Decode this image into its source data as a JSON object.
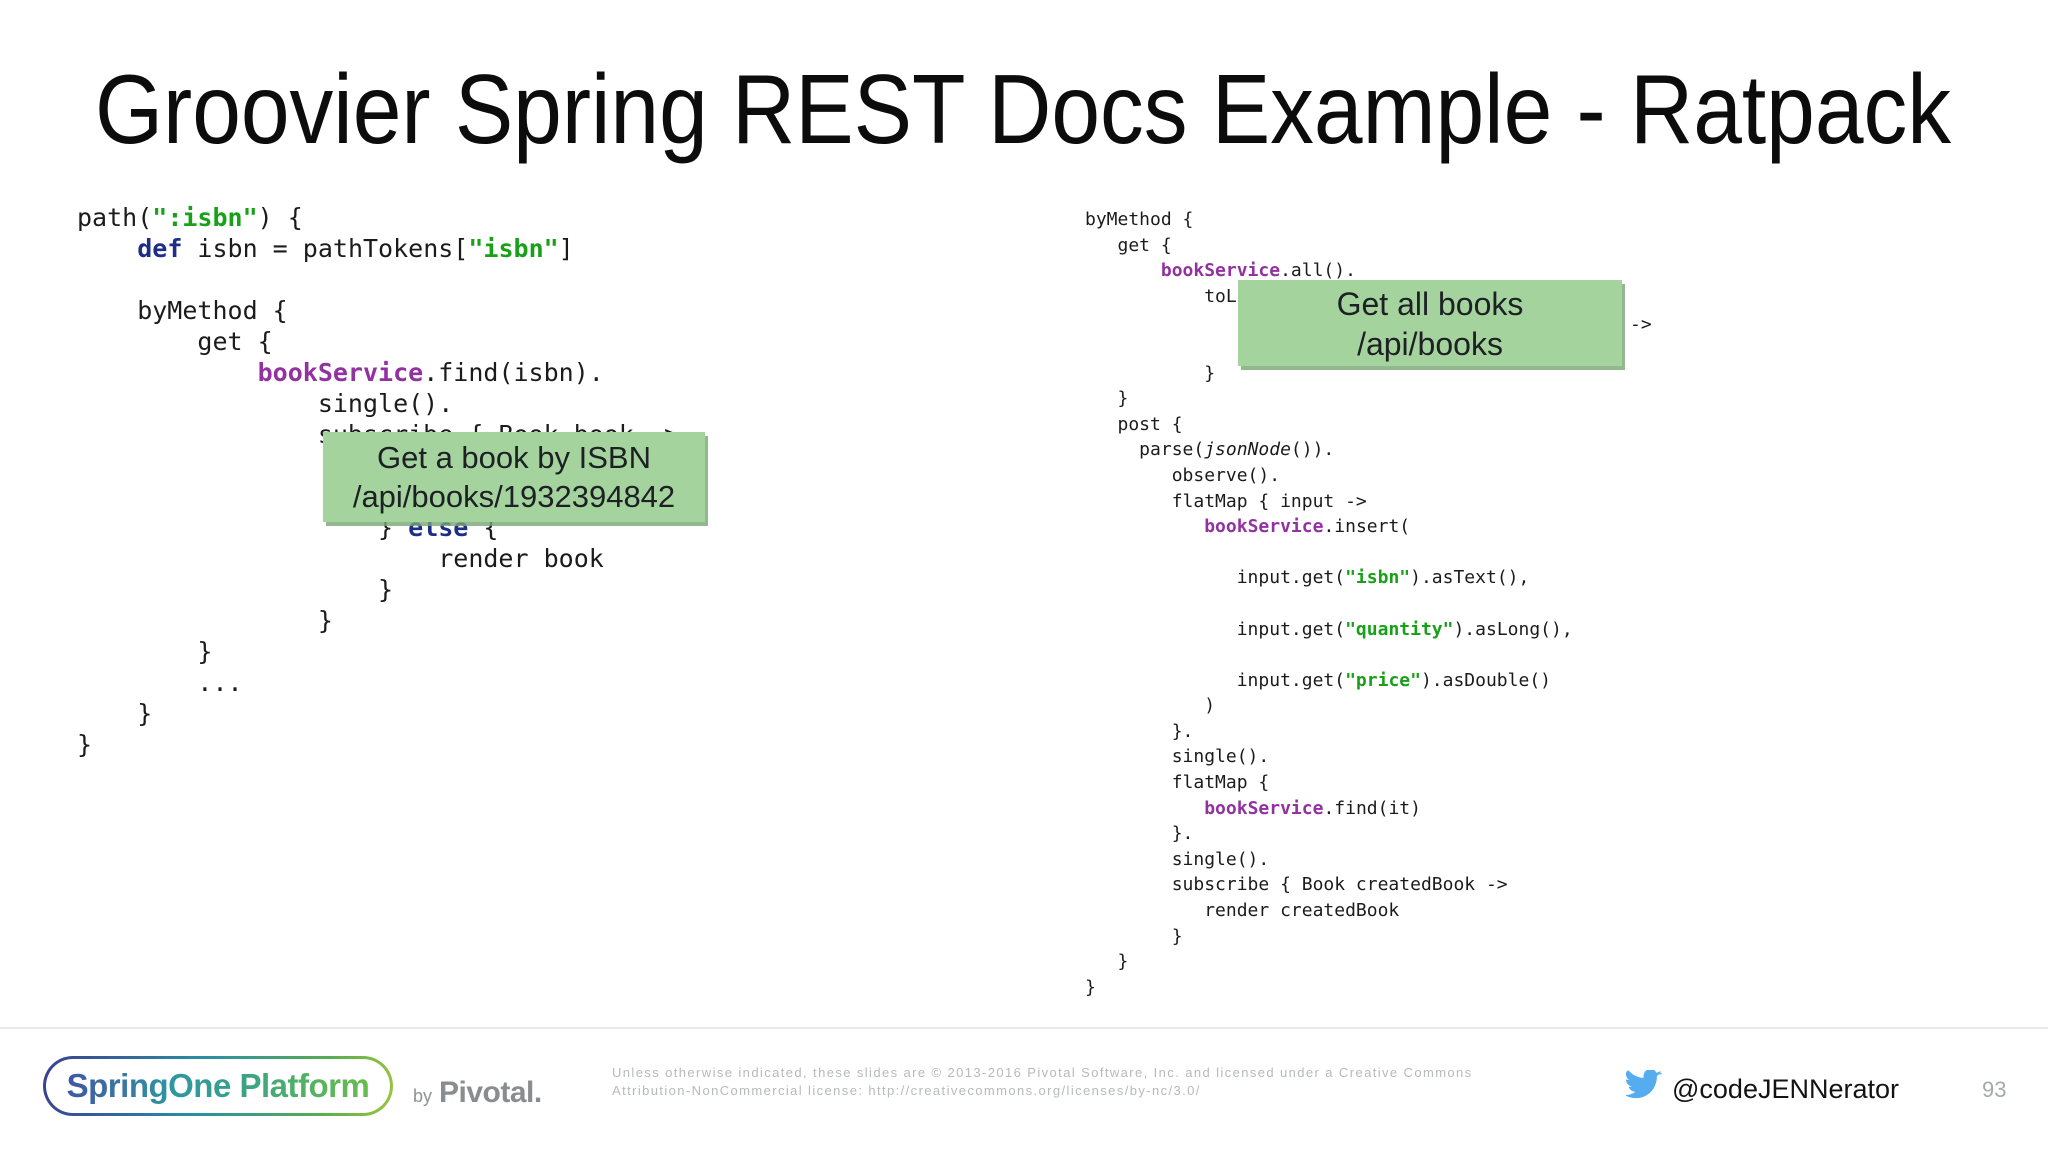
{
  "slide": {
    "title": "Groovier Spring REST Docs Example - Ratpack",
    "page_number": "93",
    "twitter_handle": "@codeJENNerator"
  },
  "callouts": {
    "left": {
      "line1": "Get a book by ISBN",
      "line2": "/api/books/1932394842"
    },
    "right": {
      "line1": "Get all books",
      "line2": "/api/books"
    },
    "background_color": "#a5d39e"
  },
  "arrow_fragment": "->",
  "code_left": {
    "lines": [
      [
        [
          "p",
          "path("
        ],
        [
          "s",
          "\":isbn\""
        ],
        [
          "p",
          ") {"
        ]
      ],
      [
        [
          "p",
          "    "
        ],
        [
          "k",
          "def"
        ],
        [
          "p",
          " isbn = pathTokens["
        ],
        [
          "s",
          "\"isbn\""
        ],
        [
          "p",
          "]"
        ]
      ],
      [],
      [
        [
          "p",
          "    byMethod {"
        ]
      ],
      [
        [
          "p",
          "        get {"
        ]
      ],
      [
        [
          "p",
          "            "
        ],
        [
          "v",
          "bookService"
        ],
        [
          "p",
          ".find(isbn)."
        ]
      ],
      [
        [
          "p",
          "                single()."
        ]
      ],
      [
        [
          "p",
          "                subscribe { Book book ->"
        ]
      ],
      [],
      [],
      [
        [
          "p",
          "                    } "
        ],
        [
          "k",
          "else"
        ],
        [
          "p",
          " {"
        ]
      ],
      [
        [
          "p",
          "                        render book"
        ]
      ],
      [
        [
          "p",
          "                    }"
        ]
      ],
      [
        [
          "p",
          "                }"
        ]
      ],
      [
        [
          "p",
          "        }"
        ]
      ],
      [
        [
          "p",
          "        ..."
        ]
      ],
      [
        [
          "p",
          "    }"
        ]
      ],
      [
        [
          "p",
          "}"
        ]
      ]
    ]
  },
  "code_right": {
    "lines": [
      [
        [
          "p",
          "byMethod {"
        ]
      ],
      [
        [
          "p",
          "   get {"
        ]
      ],
      [
        [
          "p",
          "       "
        ],
        [
          "v",
          "bookService"
        ],
        [
          "p",
          ".all()."
        ]
      ],
      [
        [
          "p",
          "           toList()."
        ]
      ],
      [],
      [],
      [
        [
          "p",
          "           }"
        ]
      ],
      [
        [
          "p",
          "   }"
        ]
      ],
      [
        [
          "p",
          "   post {"
        ]
      ],
      [
        [
          "p",
          "     parse("
        ],
        [
          "i",
          "jsonNode"
        ],
        [
          "p",
          "())."
        ]
      ],
      [
        [
          "p",
          "        observe()."
        ]
      ],
      [
        [
          "p",
          "        flatMap { input ->"
        ]
      ],
      [
        [
          "p",
          "           "
        ],
        [
          "v",
          "bookService"
        ],
        [
          "p",
          ".insert("
        ]
      ],
      [],
      [
        [
          "p",
          "              input.get("
        ],
        [
          "s",
          "\"isbn\""
        ],
        [
          "p",
          ").asText(),"
        ]
      ],
      [],
      [
        [
          "p",
          "              input.get("
        ],
        [
          "s",
          "\"quantity\""
        ],
        [
          "p",
          ").asLong(),"
        ]
      ],
      [],
      [
        [
          "p",
          "              input.get("
        ],
        [
          "s",
          "\"price\""
        ],
        [
          "p",
          ").asDouble()"
        ]
      ],
      [
        [
          "p",
          "           )"
        ]
      ],
      [
        [
          "p",
          "        }."
        ]
      ],
      [
        [
          "p",
          "        single()."
        ]
      ],
      [
        [
          "p",
          "        flatMap {"
        ]
      ],
      [
        [
          "p",
          "           "
        ],
        [
          "v",
          "bookService"
        ],
        [
          "p",
          ".find(it)"
        ]
      ],
      [
        [
          "p",
          "        }."
        ]
      ],
      [
        [
          "p",
          "        single()."
        ]
      ],
      [
        [
          "p",
          "        subscribe { Book createdBook ->"
        ]
      ],
      [
        [
          "p",
          "           render createdBook"
        ]
      ],
      [
        [
          "p",
          "        }"
        ]
      ],
      [
        [
          "p",
          "   }"
        ]
      ],
      [
        [
          "p",
          "}"
        ]
      ]
    ]
  },
  "footer": {
    "logo_text": "SpringOne Platform",
    "by_label": "by",
    "brand": "Pivotal.",
    "license_line1": "Unless otherwise indicated, these slides are © 2013-2016 Pivotal Software, Inc. and licensed under a Creative Commons",
    "license_line2": "Attribution-NonCommercial license: http://creativecommons.org/licenses/by-nc/3.0/"
  },
  "colors": {
    "string_green": "#18a018",
    "keyword_navy": "#1e2d87",
    "service_purple": "#9231a0",
    "twitter_blue": "#55acee"
  }
}
